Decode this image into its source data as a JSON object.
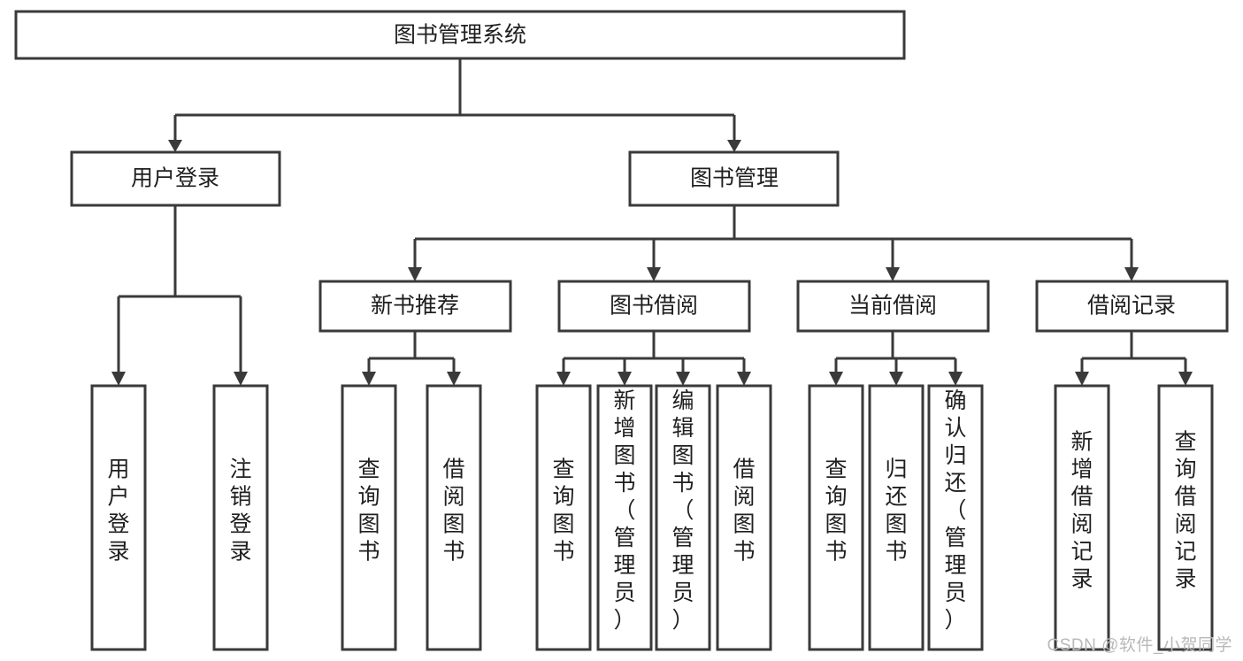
{
  "diagram": {
    "title": "图书管理系统",
    "type": "hierarchy-tree",
    "watermark": "CSDN @软件_小贺同学",
    "colors": {
      "stroke": "#3a3a3a",
      "box_fill": "#ffffff",
      "text": "#1f1f1f",
      "background": "#ffffff",
      "watermark": "#b9b9b9"
    },
    "levels": [
      {
        "level": 1,
        "nodes": [
          {
            "id": "root",
            "label": "图书管理系统",
            "orientation": "horizontal"
          }
        ]
      },
      {
        "level": 2,
        "nodes": [
          {
            "id": "user-login",
            "label": "用户登录",
            "orientation": "horizontal",
            "parent": "root"
          },
          {
            "id": "book-manage",
            "label": "图书管理",
            "orientation": "horizontal",
            "parent": "root"
          }
        ]
      },
      {
        "level": 3,
        "nodes": [
          {
            "id": "new-book-rec",
            "label": "新书推荐",
            "orientation": "horizontal",
            "parent": "book-manage"
          },
          {
            "id": "book-borrow",
            "label": "图书借阅",
            "orientation": "horizontal",
            "parent": "book-manage"
          },
          {
            "id": "current-borrow",
            "label": "当前借阅",
            "orientation": "horizontal",
            "parent": "book-manage"
          },
          {
            "id": "borrow-record",
            "label": "借阅记录",
            "orientation": "horizontal",
            "parent": "book-manage"
          }
        ]
      },
      {
        "level": 4,
        "nodes": [
          {
            "id": "leaf-user-login",
            "label": "用户登录",
            "orientation": "vertical",
            "parent": "user-login"
          },
          {
            "id": "leaf-logout",
            "label": "注销登录",
            "orientation": "vertical",
            "parent": "user-login"
          },
          {
            "id": "leaf-query-book-1",
            "label": "查询图书",
            "orientation": "vertical",
            "parent": "new-book-rec"
          },
          {
            "id": "leaf-borrow-book-1",
            "label": "借阅图书",
            "orientation": "vertical",
            "parent": "new-book-rec"
          },
          {
            "id": "leaf-query-book-2",
            "label": "查询图书",
            "orientation": "vertical",
            "parent": "book-borrow"
          },
          {
            "id": "leaf-add-book",
            "label": "新增图书（管理员）",
            "orientation": "vertical",
            "parent": "book-borrow"
          },
          {
            "id": "leaf-edit-book",
            "label": "编辑图书（管理员）",
            "orientation": "vertical",
            "parent": "book-borrow"
          },
          {
            "id": "leaf-borrow-book-2",
            "label": "借阅图书",
            "orientation": "vertical",
            "parent": "book-borrow"
          },
          {
            "id": "leaf-query-book-3",
            "label": "查询图书",
            "orientation": "vertical",
            "parent": "current-borrow"
          },
          {
            "id": "leaf-return-book",
            "label": "归还图书",
            "orientation": "vertical",
            "parent": "current-borrow"
          },
          {
            "id": "leaf-confirm-return",
            "label": "确认归还（管理员）",
            "orientation": "vertical",
            "parent": "current-borrow"
          },
          {
            "id": "leaf-add-record",
            "label": "新增借阅记录",
            "orientation": "vertical",
            "parent": "borrow-record"
          },
          {
            "id": "leaf-query-record",
            "label": "查询借阅记录",
            "orientation": "vertical",
            "parent": "borrow-record"
          }
        ]
      }
    ],
    "labels": {
      "root": "图书管理系统",
      "user_login": "用户登录",
      "book_manage": "图书管理",
      "new_book_rec": "新书推荐",
      "book_borrow": "图书借阅",
      "current_borrow": "当前借阅",
      "borrow_record": "借阅记录",
      "leaf_user_login": "用户登录",
      "leaf_logout": "注销登录",
      "leaf_query_book_1": "查询图书",
      "leaf_borrow_book_1": "借阅图书",
      "leaf_query_book_2": "查询图书",
      "leaf_add_book": "新增图书（管理员）",
      "leaf_edit_book": "编辑图书（管理员）",
      "leaf_borrow_book_2": "借阅图书",
      "leaf_query_book_3": "查询图书",
      "leaf_return_book": "归还图书",
      "leaf_confirm_return": "确认归还（管理员）",
      "leaf_add_record": "新增借阅记录",
      "leaf_query_record": "查询借阅记录"
    }
  }
}
